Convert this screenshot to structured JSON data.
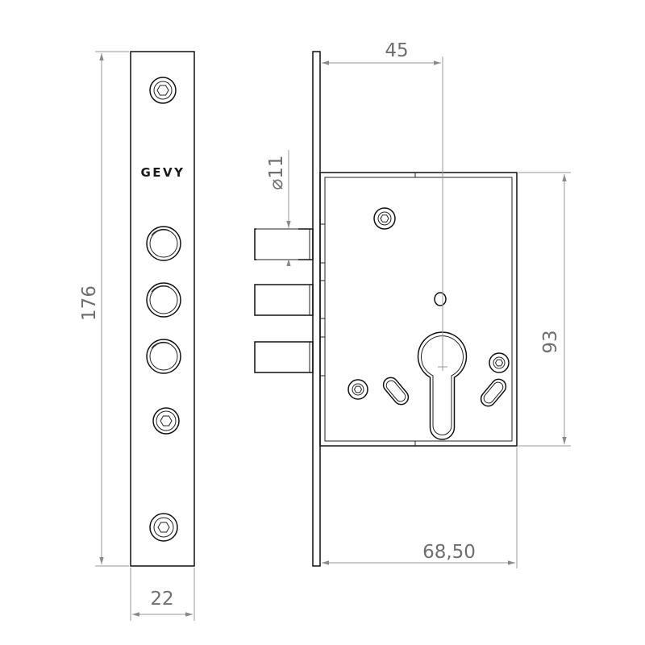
{
  "brand": "GEVY",
  "dimensions": {
    "height_total": "176",
    "faceplate_width": "22",
    "backset": "45",
    "bolt_diameter": "⌀11",
    "case_height": "93",
    "case_depth": "68,50"
  }
}
